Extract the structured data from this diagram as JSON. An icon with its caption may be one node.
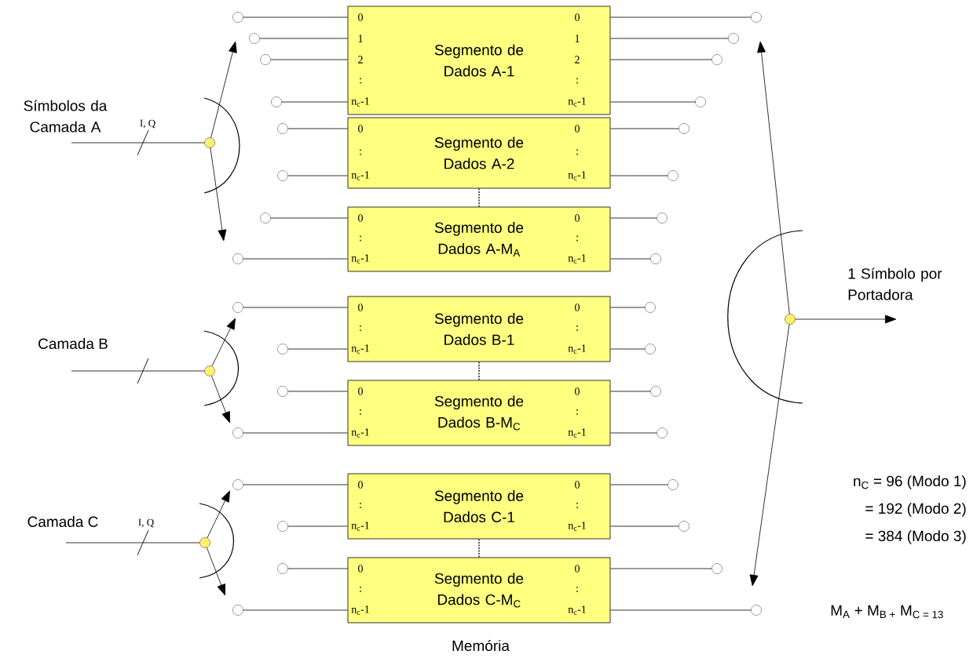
{
  "diagram": {
    "nodes": [
      {
        "text": [
          "0",
          "1",
          "2",
          ":",
          "n$_{c}$-1",
          "Segmento de Dados A-1",
          "0",
          "1",
          "2",
          ":",
          "n$_{c}$-1"
        ]
      },
      {
        "text": [
          "0",
          ":",
          "n$_{c}$-1",
          "Segmento de Dados A-2",
          "0",
          ":",
          "n$_{c}$-1"
        ]
      },
      {
        "text": [
          "0",
          ":",
          "n$_{c}$-1",
          "Segmento de Dados A-M$_{A}$",
          "0",
          ":",
          "n$_{c}$-1"
        ]
      },
      {
        "text": [
          "0",
          ":",
          "n$_{c}$-1",
          "Segmento de Dados B-1",
          "0",
          ":",
          "n$_{c}$-1"
        ]
      },
      {
        "text": [
          "0",
          ":",
          "n$_{c}$-1",
          "Segmento de Dados B-M$_{C}$",
          "0",
          ":",
          "n$_{c}$-1"
        ]
      },
      {
        "text": [
          "0",
          ":",
          "n$_{c}$-1",
          "Segmento de Dados C-1",
          "0",
          ":",
          "n$_{c}$-1"
        ]
      },
      {
        "text": [
          "0",
          ":",
          "n$_{c}$-1",
          "Segmento de Dados C-M$_{C}$",
          "0",
          ":",
          "n$_{c}$-1"
        ]
      },
      {
        "text": [],
        "shape": "circle"
      },
      {
        "text": [],
        "shape": "circle"
      },
      {
        "text": [],
        "shape": "circle"
      },
      {
        "text": [],
        "shape": "circle"
      },
      {
        "text": [],
        "shape": "circle"
      },
      {
        "text": [],
        "shape": "circle"
      },
      {
        "text": [],
        "shape": "circle"
      },
      {
        "text": [],
        "shape": "circle"
      },
      {
        "text": [],
        "shape": "circle"
      },
      {
        "text": [],
        "shape": "circle"
      },
      {
        "text": [],
        "shape": "circle"
      },
      {
        "text": [],
        "shape": "circle"
      },
      {
        "text": [],
        "shape": "circle"
      },
      {
        "text": [],
        "shape": "circle"
      },
      {
        "text": [],
        "shape": "circle"
      },
      {
        "text": [],
        "shape": "circle"
      },
      {
        "text": [],
        "shape": "circle"
      },
      {
        "text": [],
        "shape": "circle"
      },
      {
        "text": [],
        "shape": "circle"
      },
      {
        "text": [],
        "shape": "circle"
      },
      {
        "text": [],
        "shape": "circle"
      },
      {
        "text": [],
        "shape": "circle"
      },
      {
        "text": [],
        "shape": "circle"
      },
      {
        "text": [],
        "shape": "circle"
      },
      {
        "text": [],
        "shape": "circle"
      },
      {
        "text": [],
        "shape": "circle"
      },
      {
        "text": [],
        "shape": "circle"
      },
      {
        "text": [],
        "shape": "circle"
      },
      {
        "text": [],
        "shape": "circle"
      },
      {
        "text": [],
        "shape": "circle"
      },
      {
        "text": [],
        "shape": "circle"
      },
      {
        "text": [],
        "shape": "circle"
      },
      {
        "text": [],
        "shape": "circle"
      },
      {
        "text": [],
        "shape": "circle"
      },
      {
        "text": [],
        "shape": "circle"
      },
      {
        "text": [],
        "shape": "circle"
      }
    ],
    "edges": [
      {
        "from": 0,
        "to": 7,
        "arrow": "none"
      },
      {
        "from": 0,
        "to": 8,
        "arrow": "none"
      },
      {
        "from": 0,
        "to": 9,
        "arrow": "none"
      },
      {
        "from": 0,
        "to": 10,
        "arrow": "none"
      },
      {
        "from": 0,
        "to": 11,
        "arrow": "none"
      },
      {
        "from": 0,
        "to": 12,
        "arrow": "none"
      },
      {
        "from": 0,
        "to": 13,
        "arrow": "none"
      },
      {
        "from": 0,
        "to": 14,
        "arrow": "none"
      },
      {
        "from": 1,
        "to": 15,
        "arrow": "none"
      },
      {
        "from": 1,
        "to": 16,
        "arrow": "none"
      },
      {
        "from": 1,
        "to": 17,
        "arrow": "none"
      },
      {
        "from": 1,
        "to": 18,
        "arrow": "none"
      },
      {
        "from": 2,
        "to": 19,
        "arrow": "none"
      },
      {
        "from": 2,
        "to": 20,
        "arrow": "none"
      },
      {
        "from": 2,
        "to": 21,
        "arrow": "none"
      },
      {
        "from": 2,
        "to": 22,
        "arrow": "none"
      },
      {
        "from": 3,
        "to": 23,
        "arrow": "none"
      },
      {
        "from": 3,
        "to": 24,
        "arrow": "none"
      },
      {
        "from": 3,
        "to": 25,
        "arrow": "none"
      },
      {
        "from": 3,
        "to": 26,
        "arrow": "none"
      },
      {
        "from": 4,
        "to": 27,
        "arrow": "none"
      },
      {
        "from": 4,
        "to": 28,
        "arrow": "none"
      },
      {
        "from": 4,
        "to": 29,
        "arrow": "none"
      },
      {
        "from": 4,
        "to": 30,
        "arrow": "none"
      },
      {
        "from": 5,
        "to": 31,
        "arrow": "none"
      },
      {
        "from": 5,
        "to": 32,
        "arrow": "none"
      },
      {
        "from": 5,
        "to": 33,
        "arrow": "none"
      },
      {
        "from": 5,
        "to": 34,
        "arrow": "none"
      },
      {
        "from": 6,
        "to": 35,
        "arrow": "none"
      },
      {
        "from": 6,
        "to": 36,
        "arrow": "none"
      },
      {
        "from": 6,
        "to": 37,
        "arrow": "none"
      },
      {
        "from": 6,
        "to": 38,
        "arrow": "none"
      },
      {
        "from": 1,
        "to": 2,
        "arrow": "none",
        "style": "dashed"
      },
      {
        "from": 3,
        "to": 4,
        "arrow": "none",
        "style": "dashed"
      },
      {
        "from": 5,
        "to": 6,
        "arrow": "none",
        "style": "dashed"
      },
      {
        "from": null,
        "to": 39,
        "arrow": "none",
        "label": "I, Q"
      },
      {
        "from": null,
        "to": 40,
        "arrow": "none"
      },
      {
        "from": null,
        "to": 41,
        "arrow": "none",
        "label": "I, Q"
      },
      {
        "from": 39,
        "to": null,
        "arrow": "to"
      },
      {
        "from": 39,
        "to": null,
        "arrow": "to"
      },
      {
        "from": 40,
        "to": null,
        "arrow": "to"
      },
      {
        "from": 40,
        "to": null,
        "arrow": "to"
      },
      {
        "from": 41,
        "to": null,
        "arrow": "to"
      },
      {
        "from": 41,
        "to": null,
        "arrow": "to"
      },
      {
        "from": 42,
        "to": null,
        "arrow": "to"
      },
      {
        "from": 42,
        "to": null,
        "arrow": "to"
      },
      {
        "from": 42,
        "to": null,
        "arrow": "to"
      }
    ],
    "labels": [
      "Símbolos da Camada A",
      "Camada B",
      "Camada C",
      "1 Símbolo por Portadora",
      "n$_{C}$ =  96 (Modo 1)",
      "= 192 (Modo 2)",
      "= 384 (Modo 3)",
      "M$_{A}$ + M$_{B +}$ M$_{C = 13}$",
      "Memória"
    ]
  }
}
